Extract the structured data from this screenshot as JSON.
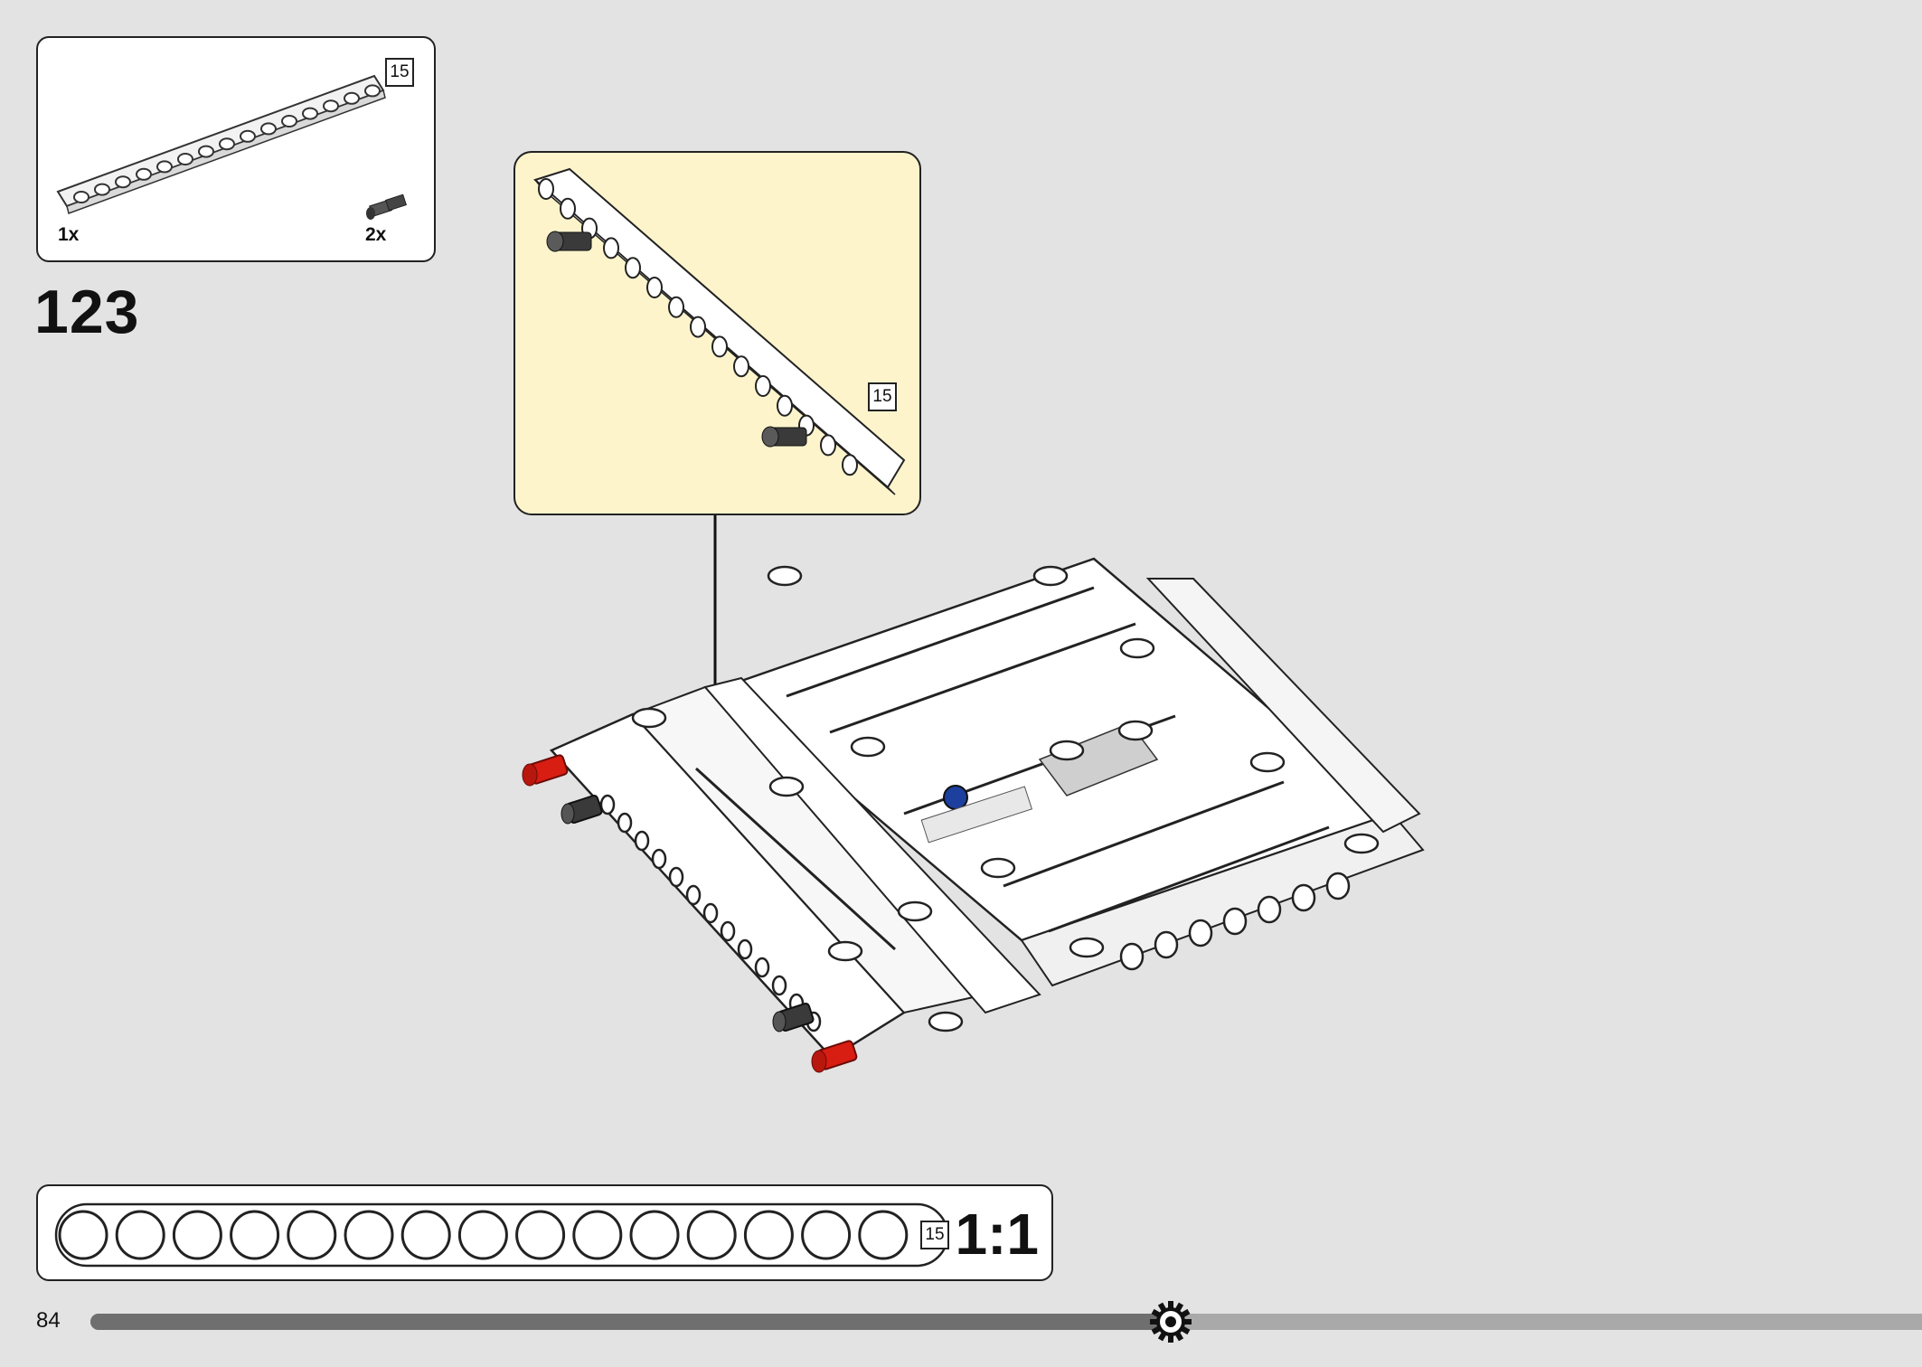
{
  "parts_needed": {
    "beam": {
      "quantity": "1x",
      "length": "15",
      "icon": "technic-beam-15-icon"
    },
    "pin": {
      "quantity": "2x",
      "icon": "technic-pin-icon"
    }
  },
  "step": {
    "number": "123"
  },
  "callout": {
    "beam_length": "15",
    "icon": "beam-with-pins-assembly-icon"
  },
  "scale_reference": {
    "length": "15",
    "label": "1:1",
    "holes": 15
  },
  "footer": {
    "page_number": "84",
    "progress": 0.59
  },
  "colors": {
    "background": "#e3e3e3",
    "callout": "#fdf4cc",
    "red_pin": "#d81d12",
    "black_pin": "#3a3a3a"
  }
}
